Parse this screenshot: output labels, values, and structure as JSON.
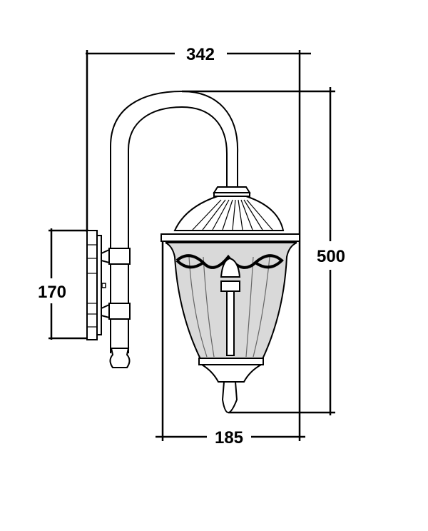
{
  "drawing": {
    "dimensions": {
      "overall_depth": "342",
      "overall_height": "500",
      "wall_plate_height": "170",
      "lantern_width": "185"
    },
    "colors": {
      "line": "#000000",
      "background": "#ffffff",
      "glass": "#d9d9d9"
    }
  }
}
